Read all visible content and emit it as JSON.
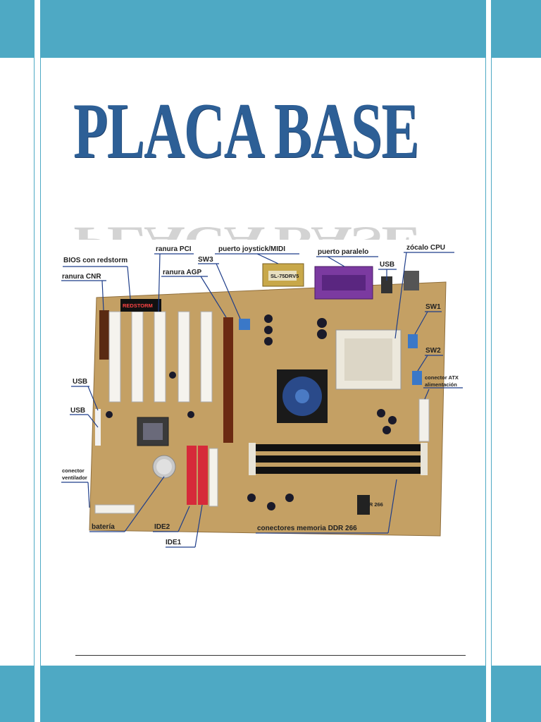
{
  "document": {
    "title": "PLACA BASE"
  },
  "figure": {
    "labels": {
      "bios": "BIOS con redstorm",
      "pci": "ranura PCI",
      "joystick": "puerto joystick/MIDI",
      "paralelo": "puerto paralelo",
      "cpu": "zócalo CPU",
      "cnr": "ranura CNR",
      "agp": "ranura AGP",
      "sw3": "SW3",
      "usb_top": "USB",
      "sw1": "SW1",
      "sw2": "SW2",
      "atx_1": "conector ATX",
      "atx_2": "alimentación",
      "usb_left_1": "USB",
      "usb_left_2": "USB",
      "fan_1": "conector",
      "fan_2": "ventilador",
      "bateria": "batería",
      "ide2": "IDE2",
      "ide1": "IDE1",
      "ddr": "conectores memoria DDR 266",
      "redstorm_chip": "REDSTORM",
      "gameport_chip": "SL-75DRV5",
      "ddr_silk": "DDR 266"
    }
  },
  "colors": {
    "frame_band": "#4ea9c4",
    "title": "#2d5f96",
    "leader_lines": "#1f3e8a"
  }
}
